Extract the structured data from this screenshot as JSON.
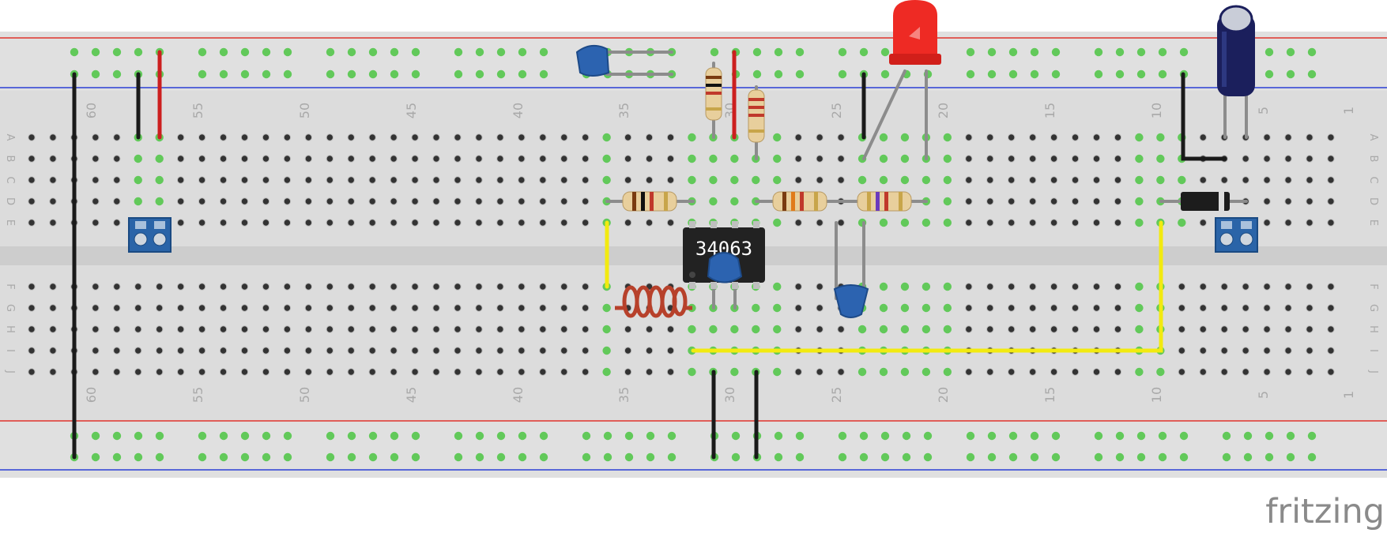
{
  "app": {
    "watermark": "fritzing"
  },
  "breadboard": {
    "columns_top_labels": [
      "60",
      "55",
      "50",
      "45",
      "40",
      "35",
      "30",
      "25",
      "20",
      "15",
      "10",
      "5",
      "1"
    ],
    "row_labels_top": [
      "A",
      "B",
      "C",
      "D",
      "E"
    ],
    "row_labels_bottom": [
      "F",
      "G",
      "H",
      "I",
      "J"
    ],
    "chip_label": "34063"
  },
  "colors": {
    "board": "#d9d9d9",
    "rail_red": "#e0322c",
    "rail_blue": "#2b3fd6",
    "hole": "#333333",
    "hole_active": "#62c95a",
    "wire_black": "#1a1a1a",
    "wire_red": "#cc1f1f",
    "wire_yellow": "#f2ea10",
    "wire_gray": "#8c8c8c",
    "terminal_block": "#2a64a8",
    "cap_blue": "#2c63b0",
    "led_red": "#ee2a24",
    "electrolytic": "#1b1f5c",
    "diode": "#1c1c1c",
    "inductor": "#b7412b",
    "chip": "#222222"
  },
  "components": [
    {
      "name": "ic-34063",
      "type": "ic"
    },
    {
      "name": "led-red",
      "type": "led"
    },
    {
      "name": "electrolytic-capacitor",
      "type": "capacitor"
    },
    {
      "name": "ceramic-capacitor-top",
      "type": "capacitor"
    },
    {
      "name": "ceramic-capacitor-chip",
      "type": "capacitor"
    },
    {
      "name": "ceramic-capacitor-right",
      "type": "capacitor"
    },
    {
      "name": "diode",
      "type": "diode"
    },
    {
      "name": "inductor-coil",
      "type": "inductor"
    },
    {
      "name": "terminal-block-left",
      "type": "terminal"
    },
    {
      "name": "terminal-block-right",
      "type": "terminal"
    },
    {
      "name": "resistor-1",
      "type": "resistor"
    },
    {
      "name": "resistor-2",
      "type": "resistor"
    },
    {
      "name": "resistor-3",
      "type": "resistor"
    },
    {
      "name": "resistor-4",
      "type": "resistor"
    },
    {
      "name": "resistor-5",
      "type": "resistor"
    }
  ]
}
